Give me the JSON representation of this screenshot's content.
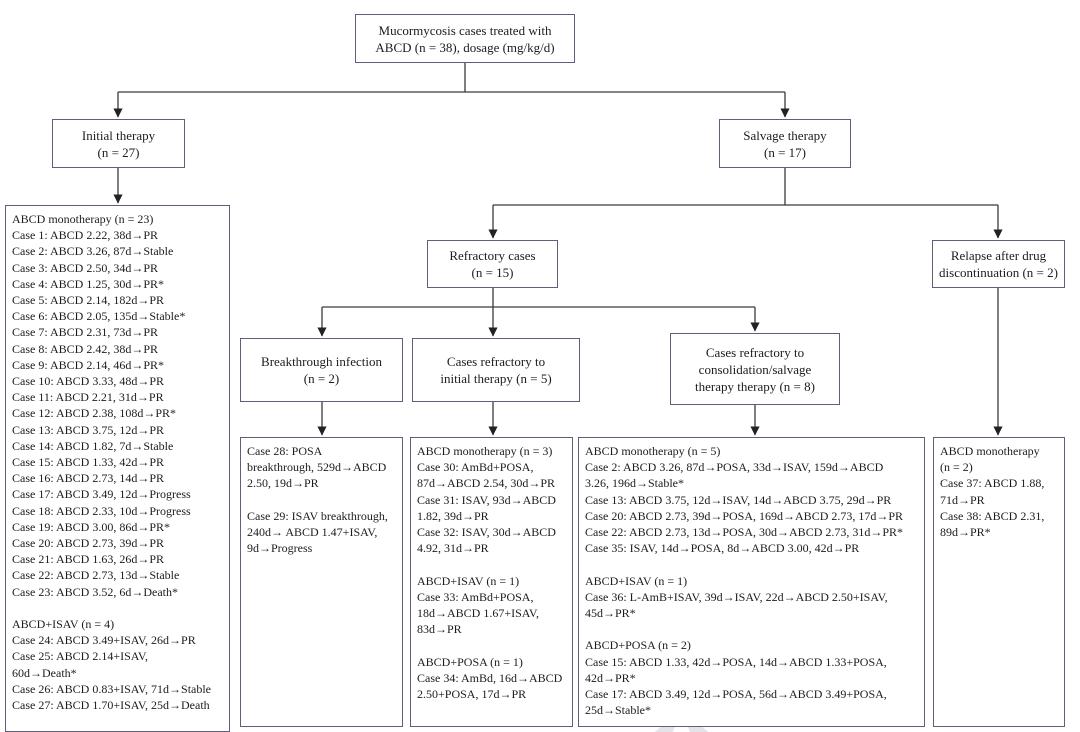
{
  "figure": {
    "root": "Mucormycosis cases treated with\nABCD (n = 38), dosage (mg/kg/d)",
    "initial_therapy": "Initial therapy\n(n = 27)",
    "salvage_therapy": "Salvage therapy\n(n = 17)",
    "refractory_cases": "Refractory cases\n(n = 15)",
    "relapse": "Relapse after drug\ndiscontinuation (n = 2)",
    "breakthrough": "Breakthrough infection\n(n = 2)",
    "refractory_initial": "Cases refractory to\ninitial therapy (n = 5)",
    "refractory_consolidation": "Cases refractory to\nconsolidation/salvage\ntherapy therapy (n = 8)",
    "initial_detail": "ABCD monotherapy (n = 23)\nCase 1: ABCD 2.22, 38d→PR\nCase 2: ABCD 3.26, 87d→Stable\nCase 3: ABCD 2.50, 34d→PR\nCase 4: ABCD 1.25, 30d→PR*\nCase 5: ABCD 2.14, 182d→PR\nCase 6: ABCD 2.05, 135d→Stable*\nCase 7: ABCD 2.31, 73d→PR\nCase 8: ABCD 2.42, 38d→PR\nCase 9: ABCD 2.14, 46d→PR*\nCase 10: ABCD 3.33, 48d→PR\nCase 11: ABCD 2.21, 31d→PR\nCase 12: ABCD 2.38, 108d→PR*\nCase 13: ABCD 3.75, 12d→PR\nCase 14: ABCD 1.82, 7d→Stable\nCase 15: ABCD 1.33, 42d→PR\nCase 16: ABCD 2.73, 14d→PR\nCase 17: ABCD 3.49, 12d→Progress\nCase 18: ABCD 2.33, 10d→Progress\nCase 19: ABCD 3.00, 86d→PR*\nCase 20: ABCD 2.73, 39d→PR\nCase 21: ABCD 1.63, 26d→PR\nCase 22: ABCD 2.73, 13d→Stable\nCase 23: ABCD 3.52, 6d→Death*\n\nABCD+ISAV (n = 4)\nCase 24: ABCD 3.49+ISAV, 26d→PR\nCase 25: ABCD 2.14+ISAV,\n60d→Death*\nCase 26: ABCD 0.83+ISAV, 71d→Stable\nCase 27: ABCD 1.70+ISAV, 25d→Death",
    "breakthrough_detail": "Case 28: POSA\nbreakthrough, 529d→ABCD\n2.50, 19d→PR\n\nCase 29: ISAV breakthrough,\n240d→ ABCD 1.47+ISAV,\n9d→Progress",
    "refractory_initial_detail": "ABCD monotherapy (n = 3)\nCase 30: AmBd+POSA,\n87d→ABCD 2.54, 30d→PR\nCase 31: ISAV, 93d→ABCD\n1.82, 39d→PR\nCase 32: ISAV, 30d→ABCD\n4.92, 31d→PR\n\nABCD+ISAV (n = 1)\nCase 33: AmBd+POSA,\n18d→ABCD 1.67+ISAV,\n83d→PR\n\nABCD+POSA (n = 1)\nCase 34: AmBd, 16d→ABCD\n2.50+POSA, 17d→PR",
    "consolidation_detail": "ABCD monotherapy (n = 5)\nCase 2: ABCD 3.26, 87d→POSA, 33d→ISAV, 159d→ABCD\n3.26, 196d→Stable*\nCase 13: ABCD 3.75, 12d→ISAV, 14d→ABCD 3.75, 29d→PR\nCase 20: ABCD 2.73, 39d→POSA, 169d→ABCD 2.73, 17d→PR\nCase 22: ABCD 2.73, 13d→POSA, 30d→ABCD 2.73, 31d→PR*\nCase 35: ISAV, 14d→POSA, 8d→ABCD 3.00, 42d→PR\n\nABCD+ISAV (n = 1)\nCase 36: L-AmB+ISAV, 39d→ISAV, 22d→ABCD 2.50+ISAV,\n45d→PR*\n\nABCD+POSA (n = 2)\nCase 15: ABCD 1.33, 42d→POSA, 14d→ABCD 1.33+POSA,\n42d→PR*\nCase 17: ABCD 3.49, 12d→POSA, 56d→ABCD 3.49+POSA,\n25d→Stable*",
    "relapse_detail": "ABCD monotherapy\n(n = 2)\nCase 37: ABCD 1.88,\n71d→PR\nCase 38: ABCD 2.31,\n89d→PR*"
  },
  "colors": {
    "box_border": "#5f5f7d",
    "connector": "#333333",
    "text": "#1c1c1c",
    "watermark": "#cfcfcf"
  }
}
